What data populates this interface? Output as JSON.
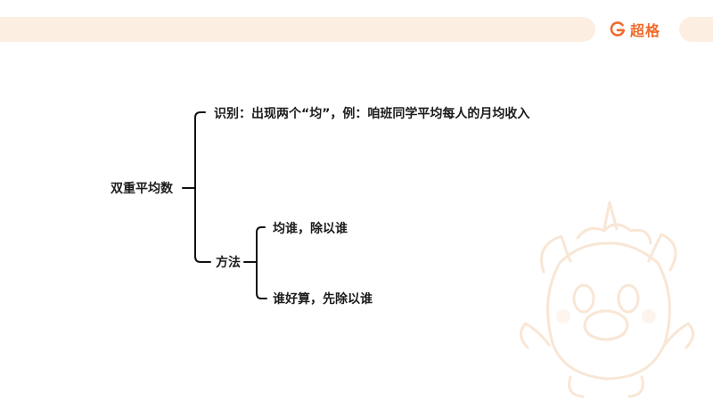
{
  "brand": {
    "name": "超格",
    "accent": "#f06b2a",
    "bar_color": "#fdeee2",
    "mascot_icon": "unicorn-mascot"
  },
  "diagram": {
    "root": "双重平均数",
    "identify": "识别：出现两个“均”，例：咱班同学平均每人的月均收入",
    "method": {
      "label": "方法",
      "step1": "均谁，除以谁",
      "step2": "谁好算，先除以谁"
    }
  }
}
